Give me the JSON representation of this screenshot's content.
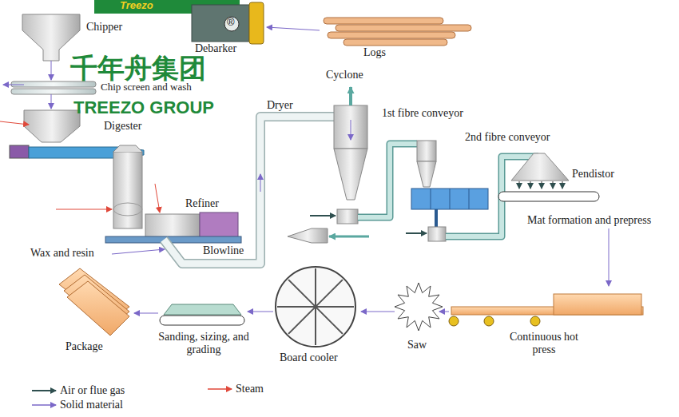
{
  "diagram": {
    "labels": [
      "Treezo",
      "®",
      "Chipper",
      "Logs",
      "Debarker",
      "千年舟集团",
      "Chip screen and wash",
      "TREEZO GROUP",
      "Cyclone",
      "Dryer",
      "1st fibre conveyor",
      "Digester",
      "2nd fibre conveyor",
      "Pendistor",
      "Refiner",
      "Mat formation and prepress",
      "Wax and resin",
      "Blowline",
      "Package",
      "Sanding, sizing, and grading",
      "Board cooler",
      "Saw",
      "Continuous hot press"
    ],
    "legend": [
      {
        "text": "Air or flue gas"
      },
      {
        "text": "Solid material"
      },
      {
        "text": "Steam"
      }
    ]
  }
}
